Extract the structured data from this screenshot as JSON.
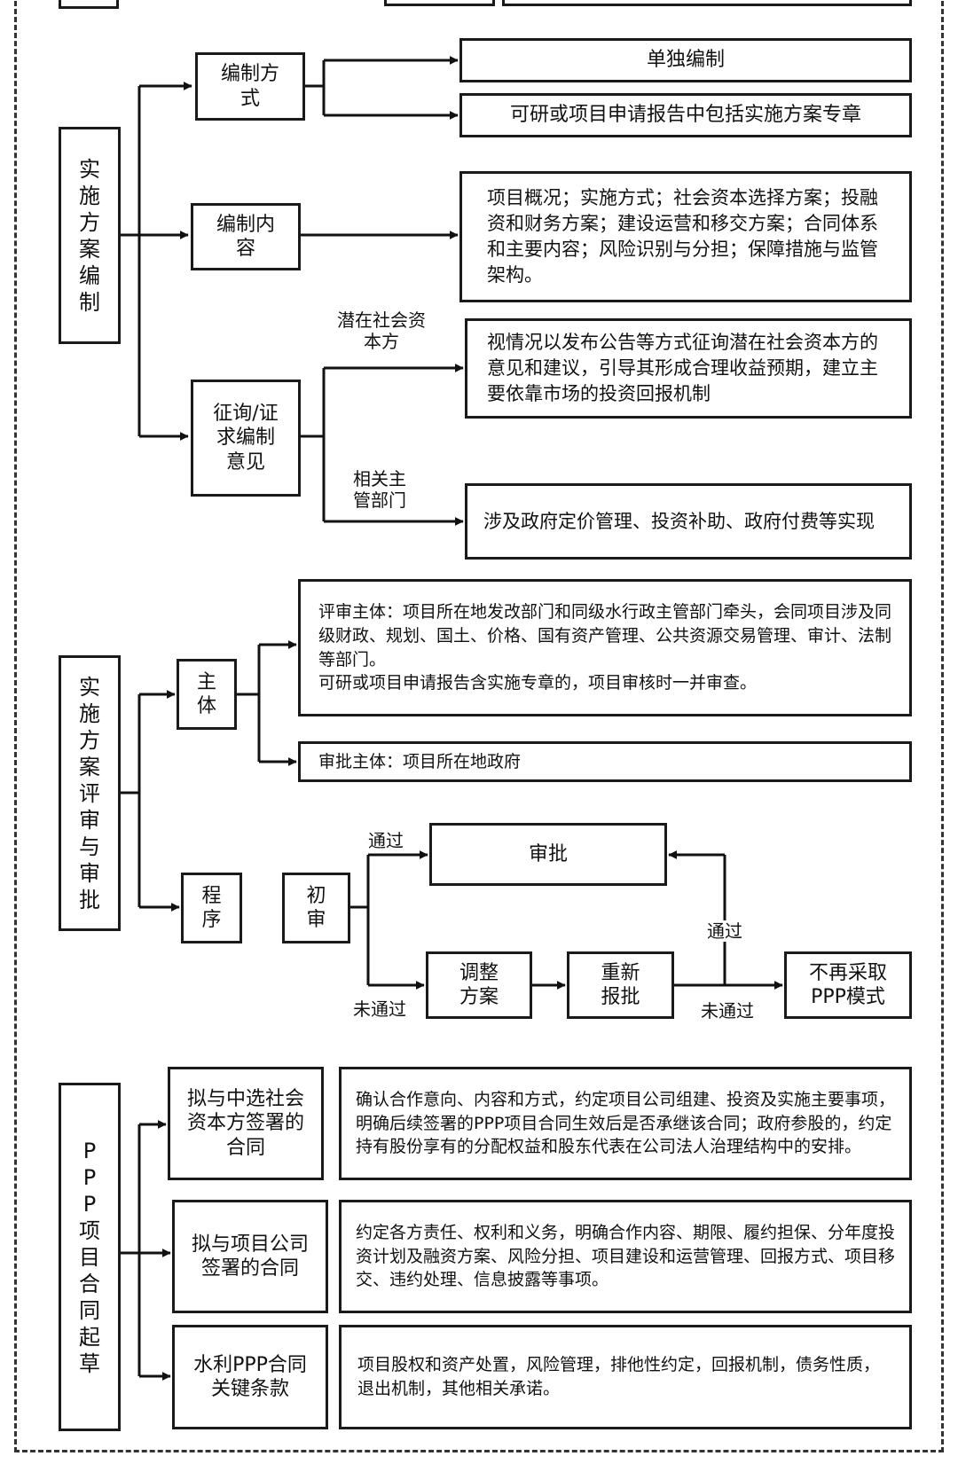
{
  "sections": {
    "s1": "实施方案编制",
    "s2": "实施方案评审与审批",
    "s3": "PPP项目合同起草"
  },
  "s1": {
    "method": "编制方式",
    "method_opts": [
      "单独编制",
      "可研或项目申请报告中包括实施方案专章"
    ],
    "content": "编制内容",
    "content_text": "项目概况；实施方式；社会资本选择方案；投融资和财务方案；建设运营和移交方案；合同体系和主要内容；风险识别与分担；保障措施与监管架构。",
    "consult": "征询/证求编制意见",
    "label_capital": "潜在社会资本方",
    "text_capital": "视情况以发布公告等方式征询潜在社会资本方的意见和建议，引导其形成合理收益预期，建立主要依靠市场的投资回报机制",
    "label_dept": "相关主管部门",
    "text_dept": "涉及政府定价管理、投资补助、政府付费等实现"
  },
  "s2": {
    "subject": "主体",
    "review_text_1": "评审主体：项目所在地发改部门和同级水行政主管部门牵头，会同项目涉及同级财政、规划、国土、价格、国有资产管理、公共资源交易管理、审计、法制等部门。",
    "review_text_2": "可研或项目申请报告含实施专章的，项目审核时一并审查。",
    "approve_text": "审批主体：项目所在地政府",
    "procedure": "程序",
    "initial": "初审",
    "approval": "审批",
    "adjust": "调整方案",
    "resubmit": "重新报批",
    "no_ppp": "不再采取PPP模式",
    "pass": "通过",
    "fail": "未通过"
  },
  "s3": {
    "c1": "拟与中选社会资本方签署的合同",
    "t1": "确认合作意向、内容和方式，约定项目公司组建、投资及实施主要事项，明确后续签署的PPP项目合同生效后是否承继该合同；政府参股的，约定持有股份享有的分配权益和股东代表在公司法人治理结构中的安排。",
    "c2": "拟与项目公司签署的合同",
    "t2": "约定各方责任、权利和义务，明确合作内容、期限、履约担保、分年度投资计划及融资方案、风险分担、项目建设和运营管理、回报方式、项目移交、违约处理、信息披露等事项。",
    "c3": "水利PPP合同关键条款",
    "t3": "项目股权和资产处置，风险管理，排他性约定，回报机制，债务性质，退出机制，其他相关承诺。"
  }
}
